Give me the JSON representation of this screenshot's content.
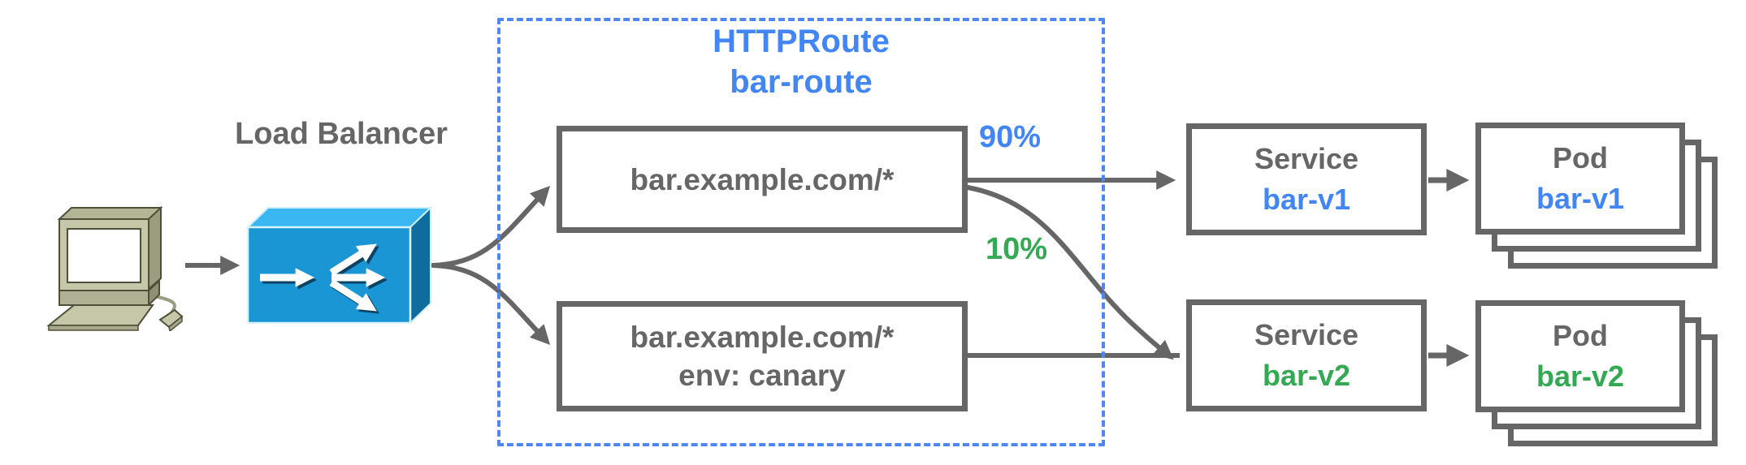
{
  "client": {
    "icon": "desktop-computer-icon"
  },
  "load_balancer": {
    "label": "Load Balancer",
    "icon": "load-balancer-icon"
  },
  "httproute": {
    "title": "HTTPRoute",
    "name": "bar-route",
    "rules": [
      {
        "lines": [
          "bar.example.com/*"
        ]
      },
      {
        "lines": [
          "bar.example.com/*",
          "env: canary"
        ]
      }
    ]
  },
  "weights": {
    "primary": "90%",
    "canary": "10%"
  },
  "services": [
    {
      "kind": "Service",
      "name": "bar-v1",
      "name_color": "#4285f4"
    },
    {
      "kind": "Service",
      "name": "bar-v2",
      "name_color": "#34a853"
    }
  ],
  "pods": [
    {
      "kind": "Pod",
      "name": "bar-v1",
      "name_color": "#4285f4"
    },
    {
      "kind": "Pod",
      "name": "bar-v2",
      "name_color": "#34a853"
    }
  ],
  "colors": {
    "accent_blue": "#4285f4",
    "accent_green": "#34a853",
    "neutral_gray": "#666666",
    "dashed_border_blue": "#4e87f2",
    "lb_box_front": "#1b96d4",
    "lb_box_top": "#3ab7f0",
    "lb_box_side": "#0e6c9e"
  }
}
